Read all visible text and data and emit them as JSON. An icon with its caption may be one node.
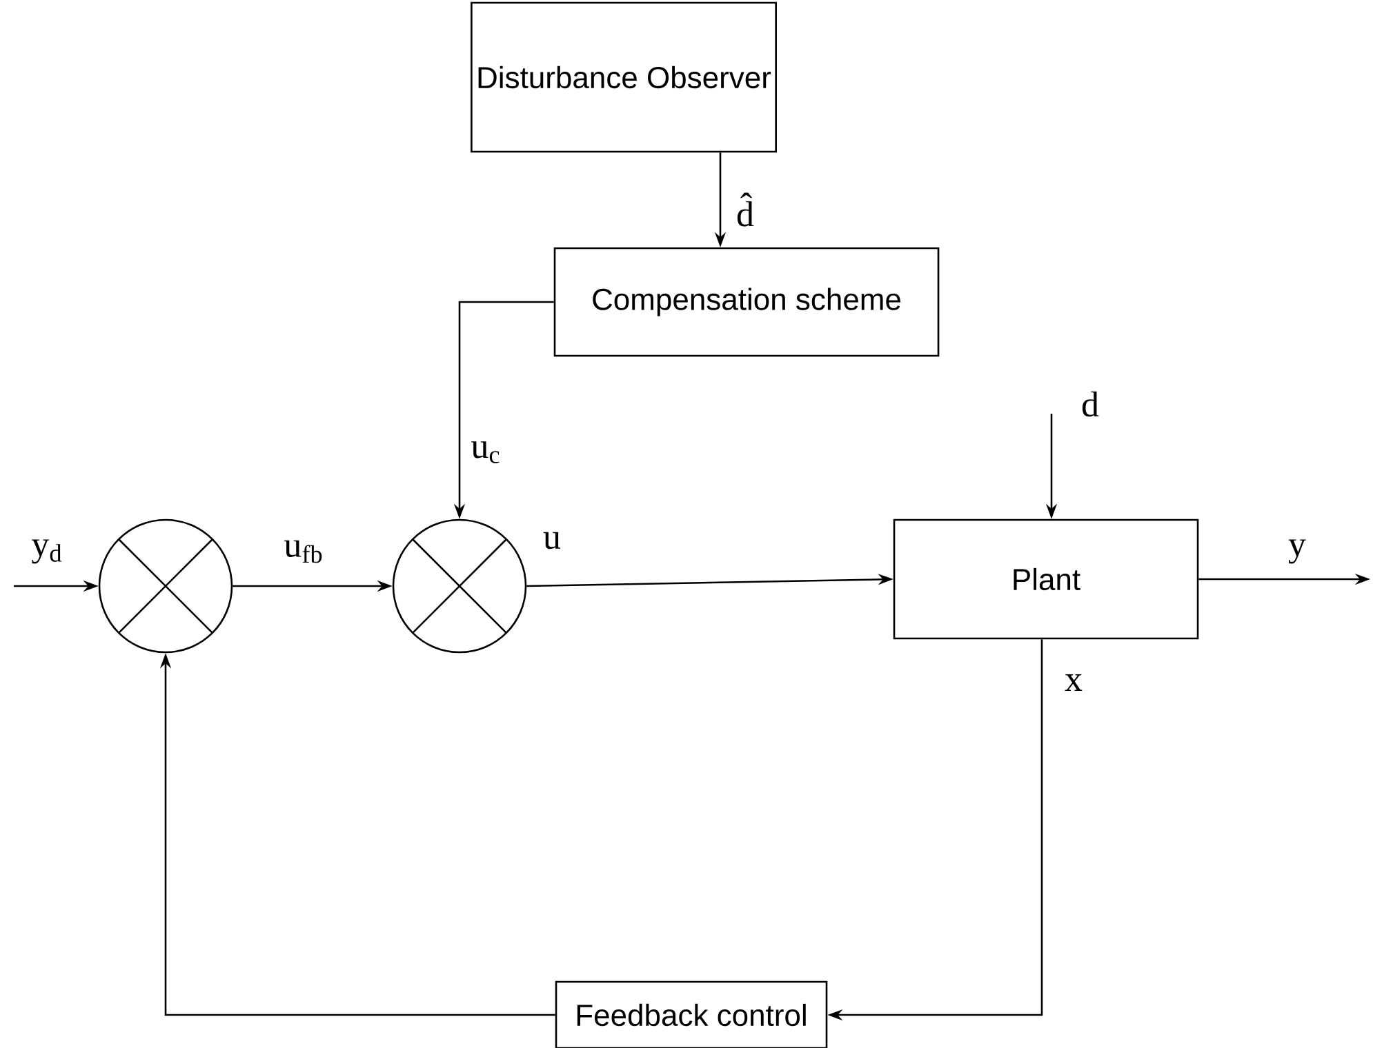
{
  "diagram": {
    "nodes": [
      {
        "text": [
          "Disturbance Observer"
        ]
      },
      {
        "text": [
          "Compensation scheme"
        ]
      },
      {
        "text": [],
        "shape": "circle"
      },
      {
        "text": [],
        "shape": "circle"
      },
      {
        "text": [
          "Plant"
        ]
      },
      {
        "text": [
          "Feedback control"
        ]
      }
    ],
    "edges": [
      {
        "from": 0,
        "to": 1,
        "arrow": "to",
        "label": "d̂"
      },
      {
        "from": 1,
        "to": 3,
        "arrow": "to",
        "label": "u$_{c}$"
      },
      {
        "from": null,
        "to": 2,
        "arrow": "to",
        "label": "y$_{d}$"
      },
      {
        "from": 2,
        "to": 3,
        "arrow": "to",
        "label": "u$_{fb}$"
      },
      {
        "from": 3,
        "to": 4,
        "arrow": "to",
        "label": "u"
      },
      {
        "from": null,
        "to": 4,
        "arrow": "to",
        "label": "d"
      },
      {
        "from": 4,
        "to": null,
        "arrow": "to",
        "label": "y"
      },
      {
        "from": 4,
        "to": 5,
        "arrow": "to",
        "label": "x"
      },
      {
        "from": 5,
        "to": 2,
        "arrow": "to"
      }
    ]
  }
}
